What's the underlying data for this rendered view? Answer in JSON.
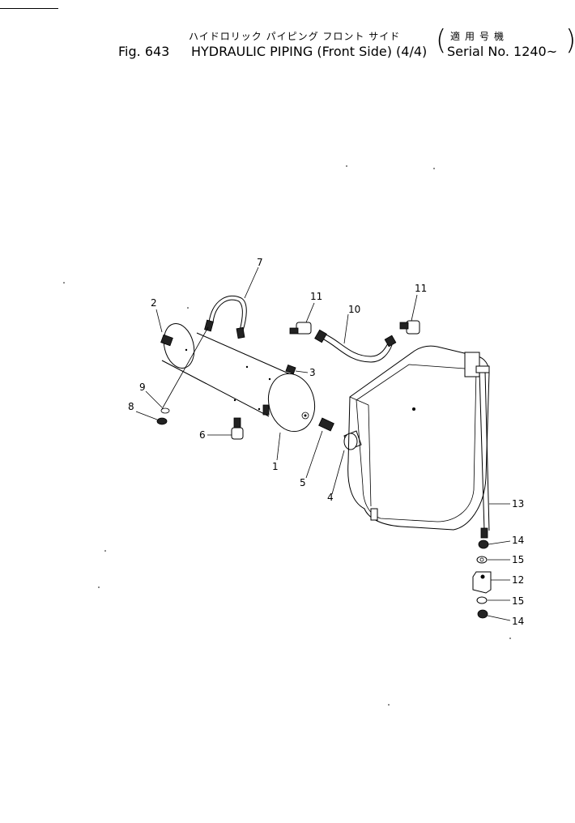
{
  "header": {
    "jp_title": "ハイドロリック パイピング フロント サイド",
    "jp_serial": "適用号機",
    "fig_label": "Fig. 643",
    "title": "HYDRAULIC PIPING (Front Side) (4/4)",
    "serial": "Serial No. 1240~"
  },
  "callouts": {
    "c1": "1",
    "c2": "2",
    "c3": "3",
    "c4": "4",
    "c5": "5",
    "c6": "6",
    "c7": "7",
    "c8": "8",
    "c9": "9",
    "c10": "10",
    "c11a": "11",
    "c11b": "11",
    "c12": "12",
    "c13": "13",
    "c14a": "14",
    "c14b": "14",
    "c15a": "15",
    "c15b": "15"
  }
}
